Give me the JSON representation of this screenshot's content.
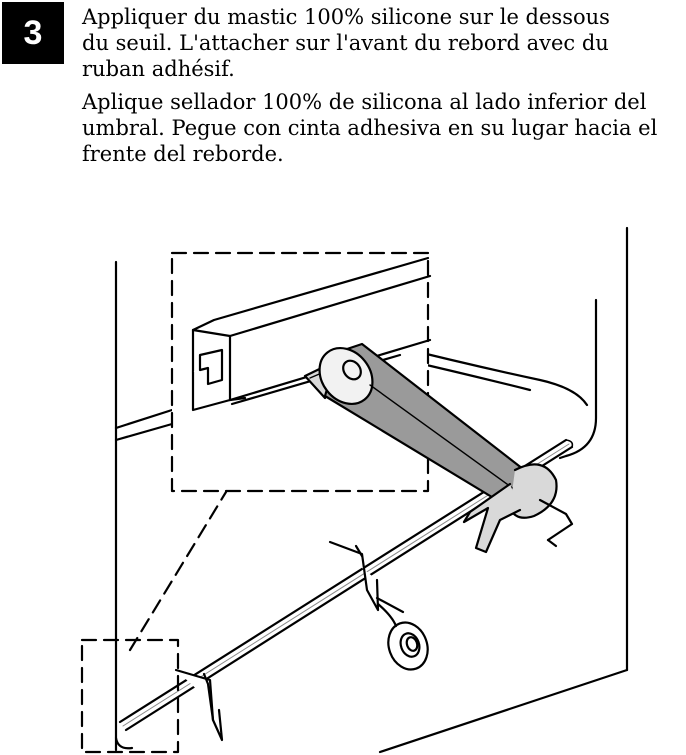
{
  "step": {
    "number": "3"
  },
  "instructions": {
    "fr": "Appliquer du mastic 100% silicone sur le dessous du seuil. L'attacher sur l'avant du rebord avec du ruban adhésif.",
    "es": "Aplique sellador 100% de silicona al lado inferior del umbral. Pegue con cinta adhesiva en su lugar hacia el frente del reborde."
  },
  "illustration": {
    "line_color": "#000000",
    "fill_light": "#f2f2f2",
    "fill_mid": "#d9d9d9",
    "fill_dark": "#9a9a9a"
  }
}
